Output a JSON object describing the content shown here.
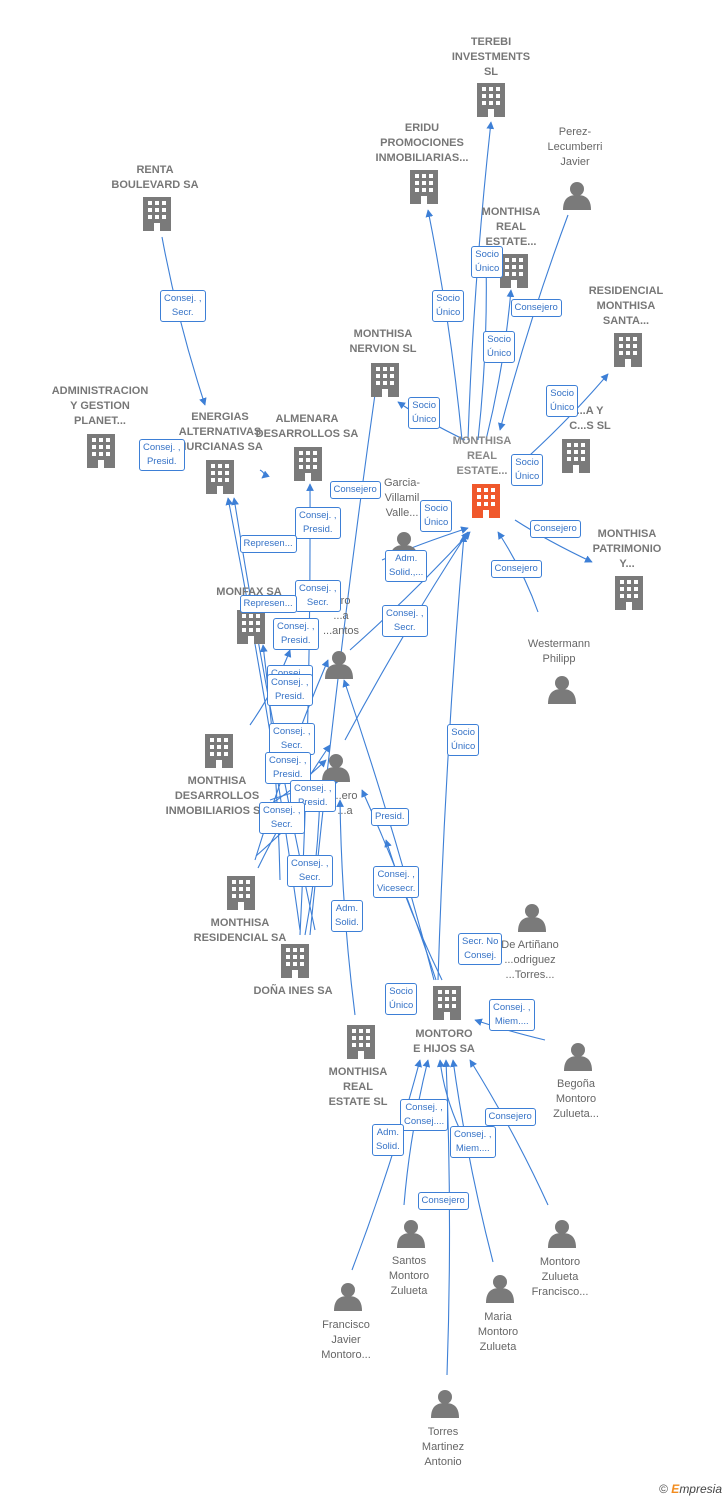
{
  "colors": {
    "edge": "#3d7fd6",
    "company": "#7a7a7a",
    "focal": "#f0582c",
    "person": "#7a7a7a"
  },
  "nodes": [
    {
      "id": "terebi",
      "type": "company",
      "label": "TEREBI\nINVESTMENTS\nSL"
    },
    {
      "id": "eridu",
      "type": "company",
      "label": "ERIDU\nPROMOCIONES\nINMOBILIARIAS..."
    },
    {
      "id": "perez",
      "type": "person",
      "label": "Perez-\nLecumberri\nJavier"
    },
    {
      "id": "renta",
      "type": "company",
      "label": "RENTA\nBOULEVARD SA"
    },
    {
      "id": "mre_top",
      "type": "company",
      "label": "MONTHISA\nREAL\nESTATE..."
    },
    {
      "id": "residencial_santa",
      "type": "company",
      "label": "RESIDENCIAL\nMONTHISA\nSANTA..."
    },
    {
      "id": "nervion",
      "type": "company",
      "label": "MONTHISA\nNERVION  SL"
    },
    {
      "id": "admin_gestion",
      "type": "company",
      "label": "ADMINISTRACION\nY GESTION\nPLANET..."
    },
    {
      "id": "energias",
      "type": "company",
      "label": "ENERGIAS\nALTERNATIVAS\nMURCIANAS SA"
    },
    {
      "id": "almenara",
      "type": "company",
      "label": "ALMENARA\nDESARROLLOS SA"
    },
    {
      "id": "focal",
      "type": "focal",
      "label": "MONTHISA\nREAL\nESTATE..."
    },
    {
      "id": "casas",
      "type": "company",
      "label": "...A Y\nC...S  SL"
    },
    {
      "id": "garcia",
      "type": "person",
      "label": "Garcia-\nVillamil\nValle..."
    },
    {
      "id": "patrimonio",
      "type": "company",
      "label": "MONTHISA\nPATRIMONIO\nY..."
    },
    {
      "id": "monfax",
      "type": "company",
      "label": "MONFAX SA"
    },
    {
      "id": "person_mid1",
      "type": "person",
      "label": "...ro\n...a\n...antos"
    },
    {
      "id": "westermann",
      "type": "person",
      "label": "Westermann\nPhilipp"
    },
    {
      "id": "desarrollos",
      "type": "company",
      "label": "MONTHISA\nDESARROLLOS\nINMOBILIARIOS SA"
    },
    {
      "id": "person_mid2",
      "type": "person",
      "label": "...ero\n...a"
    },
    {
      "id": "residencial_sa",
      "type": "company",
      "label": "MONTHISA\nRESIDENCIAL SA"
    },
    {
      "id": "dona_ines",
      "type": "company",
      "label": "DOÑA INES SA"
    },
    {
      "id": "de_artinano",
      "type": "person",
      "label": "De Artiñano\n...odriguez\n...Torres..."
    },
    {
      "id": "montoro_hijos",
      "type": "company",
      "label": "MONTORO\nE HIJOS SA"
    },
    {
      "id": "mre_sl",
      "type": "company",
      "label": "MONTHISA\nREAL\nESTATE  SL"
    },
    {
      "id": "begona",
      "type": "person",
      "label": "Begoña\nMontoro\nZulueta..."
    },
    {
      "id": "santos",
      "type": "person",
      "label": "Santos\nMontoro\nZulueta"
    },
    {
      "id": "montoro_fco",
      "type": "person",
      "label": "Montoro\nZulueta\nFrancisco..."
    },
    {
      "id": "francisco",
      "type": "person",
      "label": "Francisco\nJavier\nMontoro..."
    },
    {
      "id": "maria",
      "type": "person",
      "label": "Maria\nMontoro\nZulueta"
    },
    {
      "id": "torres",
      "type": "person",
      "label": "Torres\nMartinez\nAntonio"
    }
  ],
  "edge_labels": [
    "Socio\nÚnico",
    "Socio\nÚnico",
    "Consejero",
    "Socio\nÚnico",
    "Consej. ,\nSecr.",
    "Socio\nÚnico",
    "Socio\nÚnico",
    "Consej. ,\nPresid.",
    "Socio\nÚnico",
    "Consejero",
    "Consejero",
    "Socio\nÚnico",
    "Consej. ,\nPresid.",
    "Represen...",
    "Adm.\nSolid.,...",
    "Consejero",
    "Consej. ,\nSecr.",
    "Represen...",
    "Consej. ,\nSecr.",
    "Consej. ,\nPresid.",
    "Consej. ,\nSecr.",
    "Consej. ,\nPresid.",
    "Socio\nÚnico",
    "Consej. ,\nSecr.",
    "Consej. ,\nPresid.",
    "Consej. ,\nPresid.",
    "Consej. ,\nSecr.",
    "Presid.",
    "Consej. ,\nSecr.",
    "Consej. ,\nVicesecr.",
    "Adm.\nSolid.",
    "Secr.  No\nConsej.",
    "Socio\nÚnico",
    "Consej. ,\nMiem....",
    "Consejero",
    "Consej. ,\nConsej....",
    "Adm.\nSolid.",
    "Consej. ,\nMiem....",
    "Consejero"
  ],
  "footer": {
    "copyright": "©",
    "brand": "mpresia",
    "brand_initial": "E"
  }
}
